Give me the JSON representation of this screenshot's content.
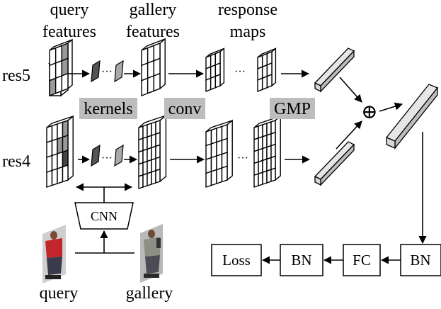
{
  "headers": {
    "query_features": [
      "query",
      "features"
    ],
    "gallery_features": [
      "gallery",
      "features"
    ],
    "response_maps": [
      "response",
      "maps"
    ]
  },
  "rows": {
    "res5": "res5",
    "res4": "res4"
  },
  "highlights": {
    "kernels": "kernels",
    "conv": "conv",
    "gmp": "GMP"
  },
  "ellipsis": "···",
  "sum_symbol": "⊕",
  "cnn": "CNN",
  "pipeline": {
    "loss": "Loss",
    "bn_left": "BN",
    "fc": "FC",
    "bn_right": "BN"
  },
  "images": {
    "query": "query",
    "gallery": "gallery"
  },
  "colors": {
    "highlight_bg": "#bdbdbd",
    "kernel_dark": "#555555",
    "kernel_light": "#a9a9a9",
    "cell_gray": "#9a9a9a",
    "cell_dark": "#444444",
    "bar_fill": "#cfcfcf"
  }
}
